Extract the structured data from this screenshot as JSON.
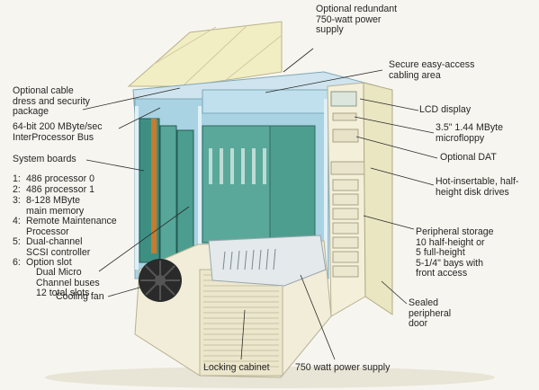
{
  "labels": {
    "redundant_supply": "Optional redundant\n750-watt power\nsupply",
    "cabling_area": "Secure easy-access\ncabling area",
    "cable_dress": "Optional cable\ndress and security\npackage",
    "lcd": "LCD display",
    "bus": "64-bit 200 MByte/sec\nInterProcessor Bus",
    "floppy": "3.5\" 1.44 MByte\nmicrofloppy",
    "system_boards": "System boards",
    "dat": "Optional DAT",
    "hot_insert": "Hot-insertable, half-\nheight disk drives",
    "peripheral_storage": "Peripheral storage\n10 half-height or\n5 full-height\n5-1/4\" bays with\nfront access",
    "dual_micro": "Dual Micro\nChannel buses\n12 total slots",
    "cooling_fan": "Cooling fan",
    "sealed_door": "Sealed\nperipheral\ndoor",
    "locking_cabinet": "Locking cabinet",
    "power_supply": "750 watt power supply"
  },
  "system_boards": [
    {
      "num": "1:",
      "text": "486 processor 0"
    },
    {
      "num": "2:",
      "text": "486 processor 1"
    },
    {
      "num": "3:",
      "text": "8-128 MByte\nmain memory"
    },
    {
      "num": "4:",
      "text": "Remote Maintenance\nProcessor"
    },
    {
      "num": "5:",
      "text": "Dual-channel\nSCSI controller"
    },
    {
      "num": "6:",
      "text": "Option slot"
    }
  ]
}
